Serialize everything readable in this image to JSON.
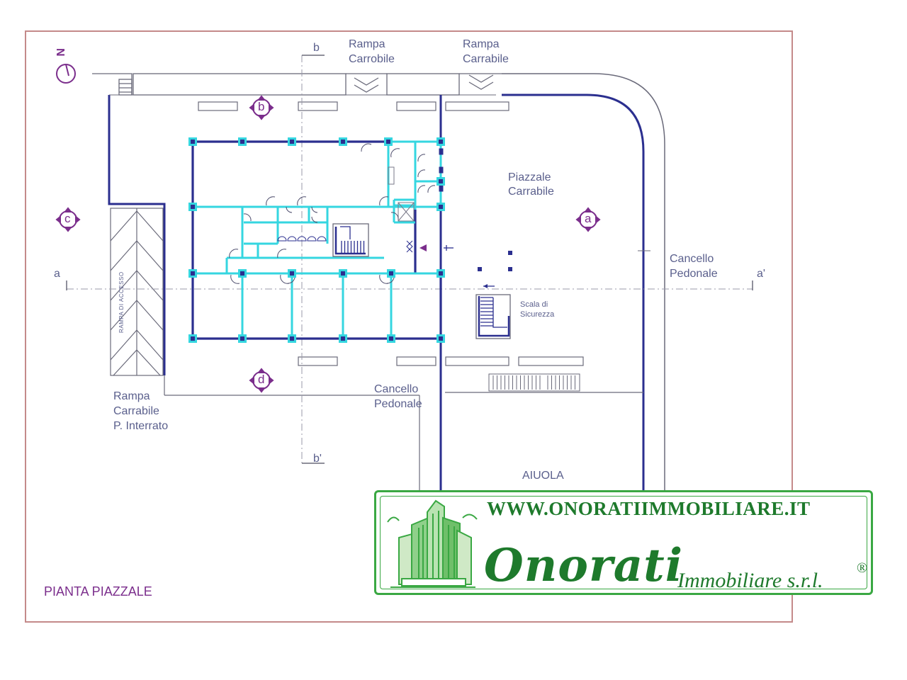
{
  "plan": {
    "title": "PIANTA PIAZZALE",
    "north": "N",
    "labels": {
      "rampa_1": "Rampa",
      "carrabile_1": "Carrobile",
      "rampa_2": "Rampa",
      "carrabile_2": "Carrabile",
      "piazzale_1": "Piazzale",
      "piazzale_2": "Carrabile",
      "cancello_right_1": "Cancello",
      "cancello_right_2": "Pedonale",
      "scala_1": "Scala di",
      "scala_2": "Sicurezza",
      "rampa_left_1": "Rampa",
      "rampa_left_2": "Carrabile",
      "rampa_left_3": "P. Interrato",
      "cancello_bottom_1": "Cancello",
      "cancello_bottom_2": "Pedonale",
      "aiuola": "AIUOLA",
      "ramp_side_text": "RAMPA DI ACCESSO"
    },
    "section_marks": {
      "b_top": "b",
      "b_bottom": "b'",
      "a_left": "a",
      "a_right": "a'"
    },
    "view_markers": {
      "b": "b",
      "c": "c",
      "a": "a",
      "d": "d"
    }
  },
  "logo": {
    "url": "WWW.ONORATIIMMOBILIARE.IT",
    "brand": "Onorati",
    "subtitle": "Immobiliare s.r.l.",
    "registered": "®"
  },
  "colors": {
    "frame": "#c48a8a",
    "wall_navy": "#2b2f8f",
    "cyan": "#35d6e0",
    "purple": "#7b2e8c",
    "grey_line": "#8a8a9a",
    "logo_green": "#1e7a2c"
  }
}
